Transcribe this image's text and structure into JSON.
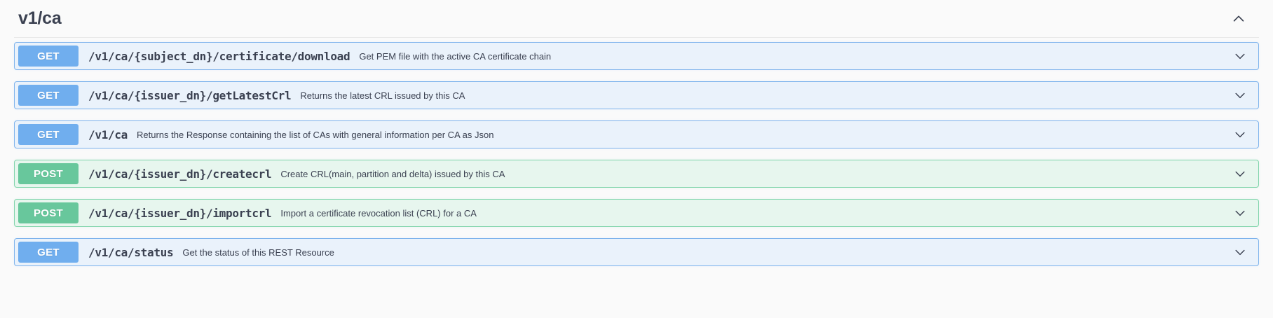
{
  "section": {
    "title": "v1/ca",
    "collapse_icon": "chevron-up-icon",
    "expanded": true
  },
  "colors": {
    "get_badge": "#70aeee",
    "get_background": "#eaf2fb",
    "get_border": "#7eb3ec",
    "post_badge": "#68c79c",
    "post_background": "#e7f6ee",
    "post_border": "#7fd4aa",
    "text": "#3b4151",
    "page_background": "#fafafa"
  },
  "operations": [
    {
      "method": "GET",
      "path": "/v1/ca/{subject_dn}/certificate/download",
      "description": "Get PEM file with the active CA certificate chain",
      "expand_icon": "chevron-down-icon"
    },
    {
      "method": "GET",
      "path": "/v1/ca/{issuer_dn}/getLatestCrl",
      "description": "Returns the latest CRL issued by this CA",
      "expand_icon": "chevron-down-icon"
    },
    {
      "method": "GET",
      "path": "/v1/ca",
      "description": "Returns the Response containing the list of CAs with general information per CA as Json",
      "expand_icon": "chevron-down-icon"
    },
    {
      "method": "POST",
      "path": "/v1/ca/{issuer_dn}/createcrl",
      "description": "Create CRL(main, partition and delta) issued by this CA",
      "expand_icon": "chevron-down-icon"
    },
    {
      "method": "POST",
      "path": "/v1/ca/{issuer_dn}/importcrl",
      "description": "Import a certificate revocation list (CRL) for a CA",
      "expand_icon": "chevron-down-icon"
    },
    {
      "method": "GET",
      "path": "/v1/ca/status",
      "description": "Get the status of this REST Resource",
      "expand_icon": "chevron-down-icon"
    }
  ]
}
